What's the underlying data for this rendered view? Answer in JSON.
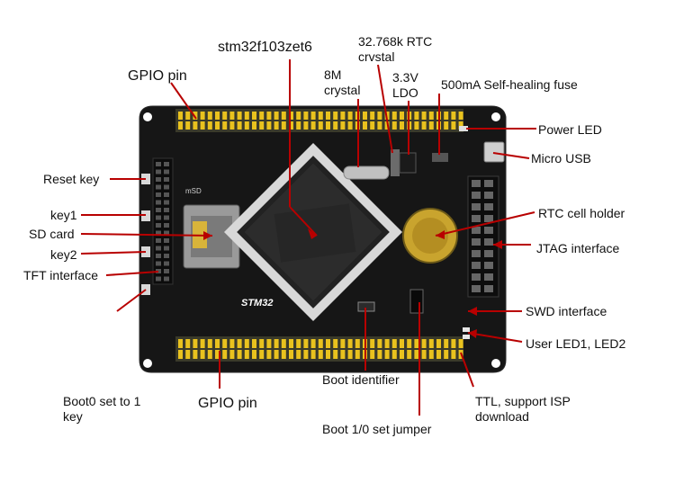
{
  "labels": {
    "mcu": "stm32f103zet6",
    "rtc_crystal": "32.768k RTC crvstal",
    "crystal_8m": "8M crystal",
    "ldo": "3.3V LDO",
    "fuse": "500mA Self-healing fuse",
    "gpio_top": "GPIO pin",
    "gpio_bottom": "GPIO pin",
    "power_led": "Power LED",
    "micro_usb": "Micro USB",
    "reset_key": "Reset key",
    "key1": "key1",
    "sd_card": "SD card",
    "key2": "key2",
    "tft": "TFT interface",
    "rtc_holder": "RTC cell holder",
    "jtag": "JTAG interface",
    "swd": "SWD interface",
    "user_led": "User LED1, LED2",
    "boot0_key": "Boot0 set to 1 key",
    "boot_identifier": "Boot identifier",
    "ttl": "TTL, support ISP download",
    "boot_jumper": "Boot 1/0 set jumper"
  },
  "board": {
    "logo": "STM32",
    "silk_sd": "mSD",
    "colors": {
      "pcb": "#161616",
      "header": "#e9c21e",
      "line": "#b80000",
      "pad": "#cfcfcf"
    }
  }
}
